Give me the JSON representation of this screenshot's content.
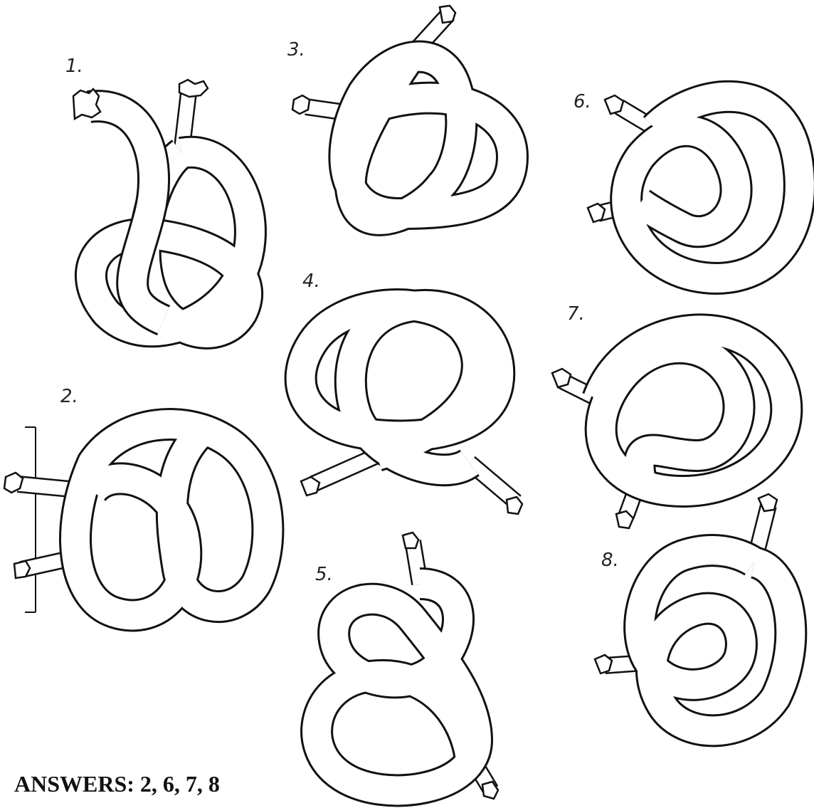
{
  "knots": [
    {
      "id": "1",
      "label": "1."
    },
    {
      "id": "2",
      "label": "2."
    },
    {
      "id": "3",
      "label": "3."
    },
    {
      "id": "4",
      "label": "4."
    },
    {
      "id": "5",
      "label": "5."
    },
    {
      "id": "6",
      "label": "6."
    },
    {
      "id": "7",
      "label": "7."
    },
    {
      "id": "8",
      "label": "8."
    }
  ],
  "answers": "ANSWERS: 2, 6, 7, 8"
}
